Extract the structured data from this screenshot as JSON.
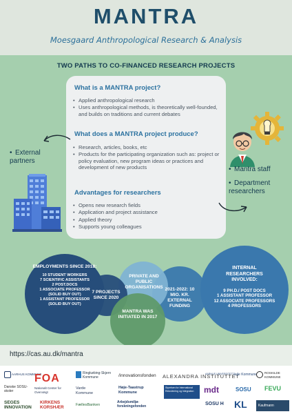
{
  "header": {
    "title": "MANTRA",
    "subtitle": "Moesgaard Anthropological Research & Analysis"
  },
  "section_title": "TWO PATHS TO CO-FINANCED RESEARCH PROJECTS",
  "card": {
    "q1_title": "What is a MANTRA project?",
    "q1_items": [
      "Applied anthropological research",
      "Uses anthropological methods, is theoretically well-founded, and builds on traditions and current debates"
    ],
    "q2_title": "What does a MANTRA project produce?",
    "q2_items": [
      "Research, articles, books, etc",
      "Products for the participating organization such as: project or policy evaluation, new program ideas or practices and development of new products"
    ],
    "q3_title": "Advantages for researchers",
    "q3_items": [
      "Opens new research fields",
      "Application and project assistance",
      "Applied theory",
      "Supports young colleagues"
    ]
  },
  "left_label": "External partners",
  "right_labels": [
    "Mantra staff",
    "Department researchers"
  ],
  "circles": {
    "employments_title": "EMPLOYMENTS SINCE 2018:",
    "employments_lines": [
      "10 STUDENT WORKERS",
      "7 SCIENTIFIC ASSISTANTS",
      "2 POST.DOCS",
      "1 ASSOCIATE PROFESSOR",
      "(SOLID BUY OUT)",
      "1 ASSISTANT PROFESSOR",
      "(SOLID BUY OUT)"
    ],
    "projects": "7 PROJECTS SINCE 2020",
    "private_public": "PRIVATE AND PUBLIC ORGANISATIONS",
    "initiated": "MANTRA WAS INITIATED IN 2017",
    "funding": "2021-2022: 10 MIO. KR. EXTERNAL FUNDING",
    "internal_title": "INTERNAL RESEARCHERS INVOLVED:",
    "internal_lines": [
      "9 PH.D./ POST DOCS",
      "1 ASSISTANT PROFESSOR",
      "12 ASSOCIATE PROFESSORS",
      "4 PROFESSORS"
    ]
  },
  "url": "https://cas.au.dk/mantra",
  "logos": {
    "aarhus_kommune": "AARHUS KOMMUNE",
    "foa": "FOA",
    "ringkobing": "Ringkøbing-Skjern Kommune",
    "innovationsfonden": "/innovationsfonden",
    "alexandra": "ALEXANDRA INSTITUTTET",
    "aarhus_universitet": "AARHUS UNIVERSITET",
    "vejle": "Vejle Kommune",
    "roskilde": "ROSKILDE KOMMUNE",
    "danske_sosu": "Danske SOSU-skoler",
    "nationalt_center": "Nationalt Center for Overvægt",
    "hoje_taastrup": "Høje-Taastrup Kommune",
    "styrelsen": "Styrelsen for International Rekruttering og Integration",
    "mdt": "mdt",
    "sosu": "SOSU",
    "fevu": "FEVU",
    "seges": "SEGES INNOVATION",
    "kirkens": "KIRKENS KORSHÆR",
    "varde": "Varde Kommune",
    "faellesbanken": "FællesBanken",
    "arbejdsmiljo": "Arbejdsmiljø-forskningsfonden",
    "sosu_h": "SOSU H",
    "kl": "KL",
    "kaufmann": "Kaufmann"
  },
  "colors": {
    "title": "#1f4e6a",
    "subtitle": "#2b6f99",
    "main_bg": "#a5cfae",
    "circle_dark": "#264d7a",
    "circle_mid": "#3a78ad",
    "circle_light": "#7fb3d3",
    "circle_green": "#5f9a6a",
    "foa_red": "#d8342c"
  },
  "icons": [
    "buildings-icon",
    "person-with-lightbulb-icon",
    "gear-icon",
    "curved-arrow-left-icon",
    "curved-arrow-right-icon"
  ]
}
